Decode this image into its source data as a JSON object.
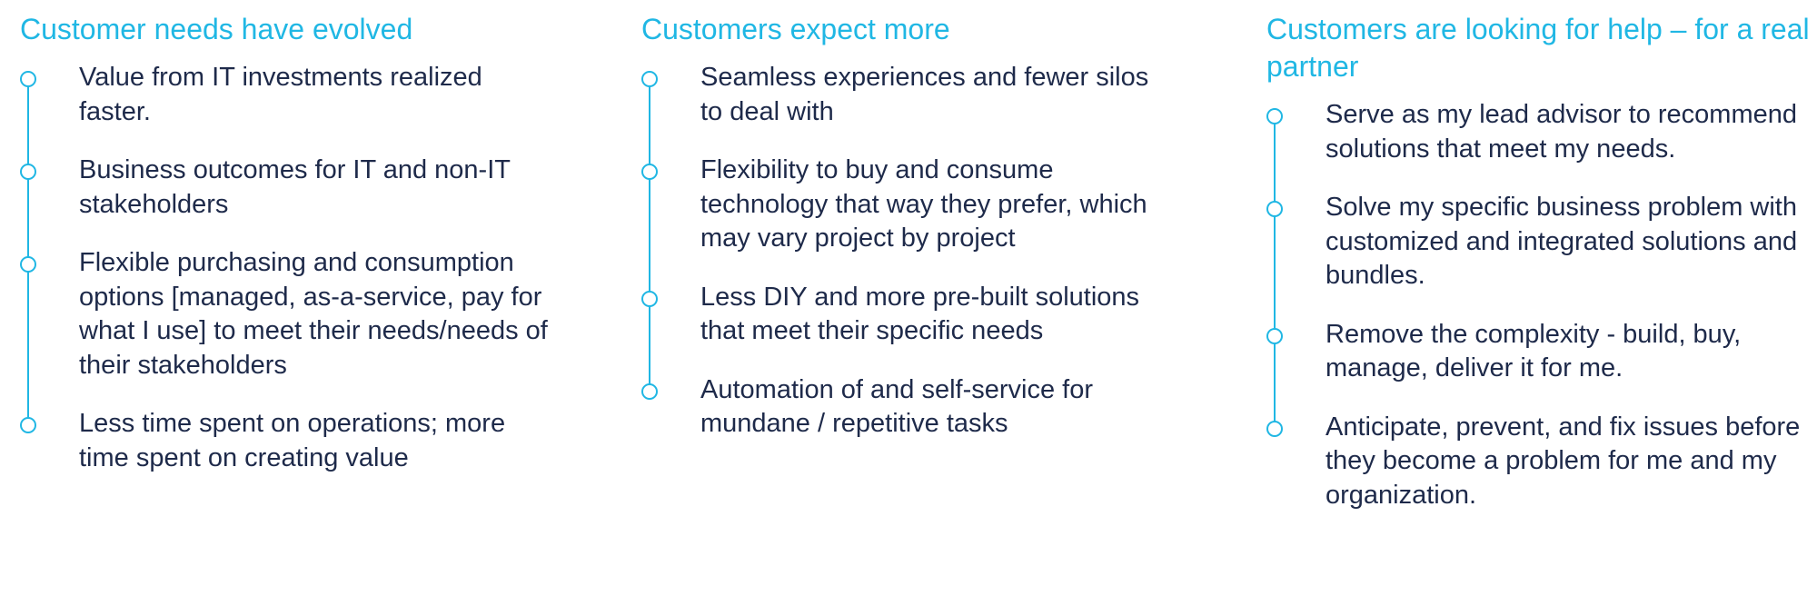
{
  "colors": {
    "accent": "#20b7e4",
    "text": "#1e2a4a",
    "background": "#ffffff"
  },
  "columns": [
    {
      "title": "Customer needs have evolved",
      "items": [
        "Value from IT investments realized faster.",
        "Business outcomes for IT and non-IT stakeholders",
        "Flexible purchasing and consumption options [managed, as-a-service, pay for what I use] to meet their needs/needs of their stakeholders",
        "Less time spent on operations; more time spent on creating value"
      ]
    },
    {
      "title": "Customers expect more",
      "items": [
        "Seamless experiences and fewer silos to deal with",
        "Flexibility to buy and consume technology that way they prefer, which may vary project by project",
        "Less DIY and more pre-built solutions that meet their specific needs",
        "Automation of and self-service for mundane / repetitive tasks"
      ]
    },
    {
      "title": "Customers are looking for help – for a real partner",
      "items": [
        "Serve as my lead advisor to recommend solutions that meet my needs.",
        "Solve my specific business problem with customized and integrated solutions and bundles.",
        "Remove the complexity - build, buy, manage, deliver it for me.",
        "Anticipate, prevent, and fix issues before they become a problem for me and my organization."
      ]
    }
  ]
}
